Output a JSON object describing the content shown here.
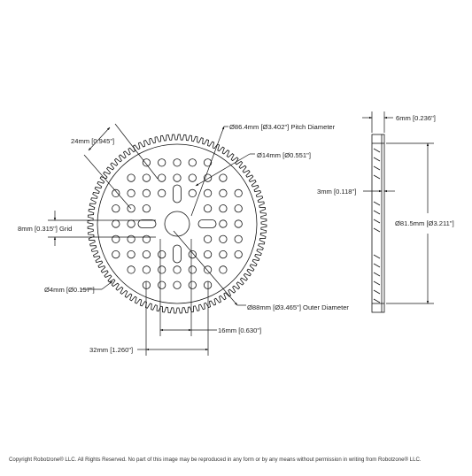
{
  "labels": {
    "pitch_diameter": "Ø86.4mm [Ø3.402\"] Pitch Diameter",
    "bore": "Ø14mm [Ø0.551\"]",
    "hub_width": "24mm [0.945\"]",
    "grid": "8mm [0.315\"] Grid",
    "hole": "Ø4mm [Ø0.157\"]",
    "outer_diameter": "Ø88mm [Ø3.465\"] Outer Diameter",
    "spacing_16": "16mm [0.630\"]",
    "spacing_32": "32mm [1.260\"]",
    "thickness": "6mm [0.236\"]",
    "step": "3mm [0.118\"]",
    "side_diameter": "Ø81.5mm [Ø3.211\"]"
  },
  "footer": {
    "copyright": "Copyright Robotzone® LLC.  All Rights Reserved. No part of this image may be reproduced in any form or by any means without permission in writing from Robotzone® LLC."
  }
}
